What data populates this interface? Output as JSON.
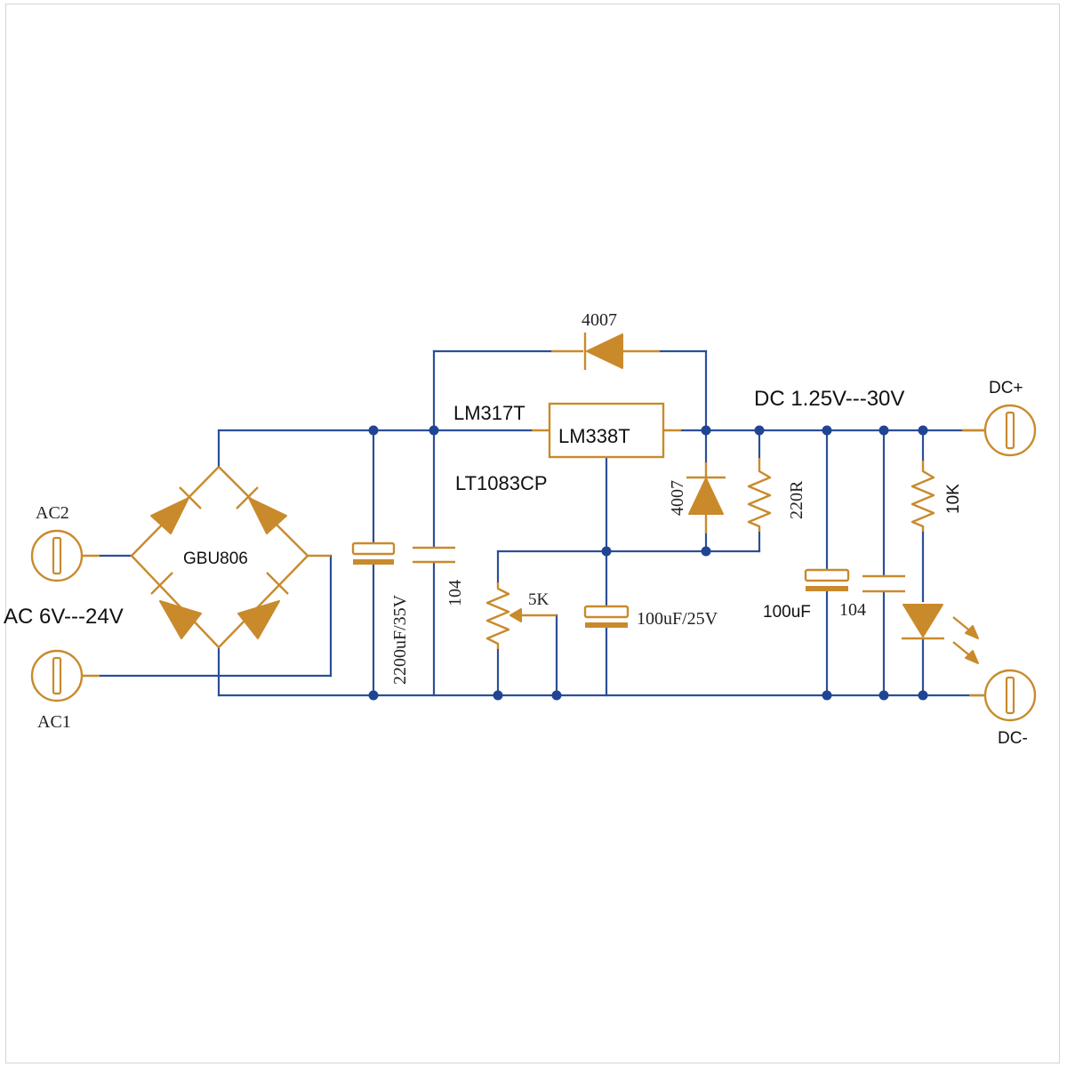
{
  "labels": {
    "ac2": "AC2",
    "ac1": "AC1",
    "ac_range": "AC 6V---24V",
    "bridge": "GBU806",
    "cap_in_bulk": "2200uF/35V",
    "cap_in_104": "104",
    "reg_alt1": "LM317T",
    "reg_main": "LM338T",
    "reg_alt2": "LT1083CP",
    "diode_top": "4007",
    "diode_vert": "4007",
    "res_220": "220R",
    "pot_5k": "5K",
    "cap_adj": "100uF/25V",
    "dc_range": "DC 1.25V---30V",
    "dc_plus": "DC+",
    "dc_minus": "DC-",
    "cap_out_bulk": "100uF",
    "cap_out_104": "104",
    "res_10k": "10K"
  },
  "colors": {
    "wire": "#2b4f96",
    "component": "#c98a2c",
    "junction": "#1f4593",
    "text": "#111111"
  },
  "icons": {
    "connector": "terminal-connector-icon",
    "diode": "diode-icon",
    "led": "led-icon",
    "resistor": "resistor-icon",
    "potentiometer": "potentiometer-icon",
    "capacitor": "capacitor-icon",
    "polarized_capacitor": "electrolytic-capacitor-icon",
    "regulator": "voltage-regulator-icon"
  }
}
